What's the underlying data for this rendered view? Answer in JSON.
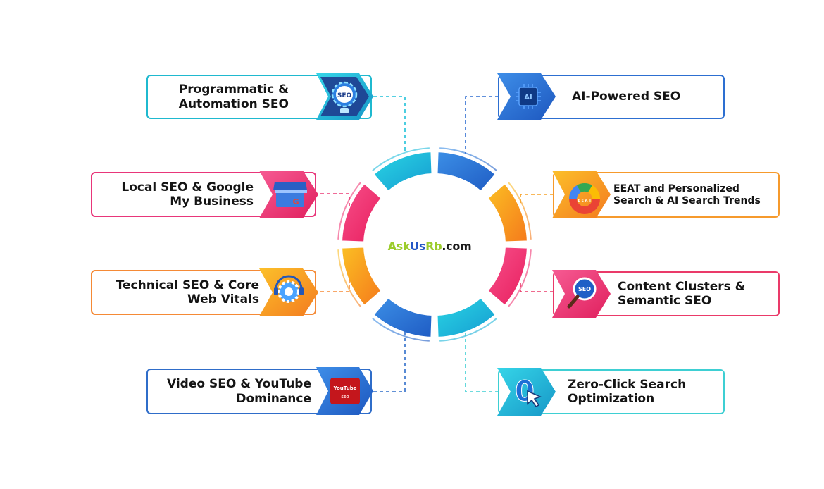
{
  "center": {
    "ask": "Ask",
    "us": "Us",
    "rb": "Rb",
    "com": ".com"
  },
  "items": [
    {
      "id": "programmatic",
      "line1": "Programmatic &",
      "line2": "Automation SEO",
      "icon_text": "SEO",
      "color": "#1fb9cf"
    },
    {
      "id": "ai-powered",
      "line1": "AI-Powered SEO",
      "line2": "",
      "icon_text": "AI",
      "color": "#2d6fd1"
    },
    {
      "id": "local",
      "line1": "Local SEO & Google",
      "line2": "My Business",
      "icon_text": "G",
      "color": "#e8367a"
    },
    {
      "id": "eeat",
      "line1": "EEAT and Personalized",
      "line2": "Search & AI Search Trends",
      "icon_text": "E E A T",
      "color": "#f69a2c"
    },
    {
      "id": "technical",
      "line1": "Technical SEO & Core",
      "line2": "Web Vitals",
      "icon_text": "",
      "color": "#f58a36"
    },
    {
      "id": "content",
      "line1": "Content Clusters &",
      "line2": "Semantic SEO",
      "icon_text": "SEO",
      "color": "#ea3a69"
    },
    {
      "id": "video",
      "line1": "Video SEO & YouTube",
      "line2": "Dominance",
      "icon_text": "YouTube",
      "icon_sub": "SEO",
      "color": "#2f6dc9"
    },
    {
      "id": "zero-click",
      "line1": "Zero-Click Search",
      "line2": "Optimization",
      "icon_text": "0",
      "color": "#3ecfd3"
    }
  ],
  "colors": {
    "cyan": "#1fc1d8",
    "blue": "#2f7ad8",
    "orange": "#f7a01f",
    "pink": "#ed3378",
    "text": "#141414"
  }
}
